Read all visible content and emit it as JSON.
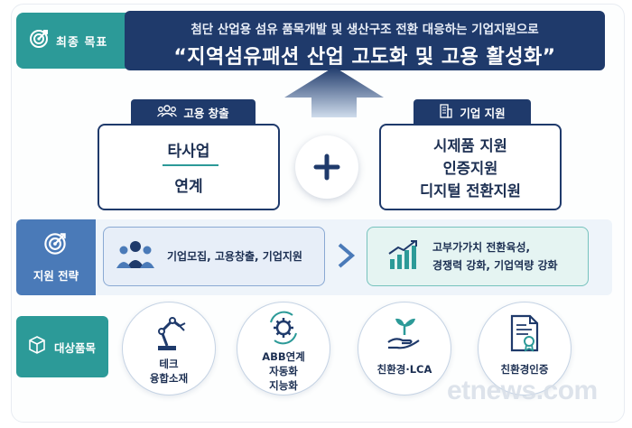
{
  "goal": {
    "tab_label": "최종 목표",
    "subtitle": "첨단 산업용 섬유 품목개발 및 생산구조 전환 대응하는 기업지원으로",
    "title": "“지역섬유패션 산업 고도화 및 고용 활성화”"
  },
  "employment": {
    "tag_label": "고용 창출",
    "line1": "타사업",
    "line2": "연계"
  },
  "business": {
    "tag_label": "기업 지원",
    "lines": [
      "시제품 지원",
      "인증지원",
      "디지털 전환지원"
    ]
  },
  "strategy": {
    "tab_label": "지원 전략",
    "box1_text": "기업모집, 고용창출, 기업지원",
    "box2_lines": [
      "고부가가치 전환육성,",
      "경쟁력 강화, 기업역량 강화"
    ]
  },
  "targets": {
    "tab_label": "대상품목",
    "items": [
      {
        "lines": [
          "테크",
          "융합소재"
        ]
      },
      {
        "lines": [
          "ABB연계",
          "자동화",
          "지능화"
        ]
      },
      {
        "lines": [
          "친환경·LCA"
        ]
      },
      {
        "lines": [
          "친환경인증"
        ]
      }
    ]
  },
  "watermark": "etnews.com",
  "colors": {
    "navy": "#1f3a6b",
    "teal": "#2c9a98",
    "blue": "#4a7ab8"
  }
}
